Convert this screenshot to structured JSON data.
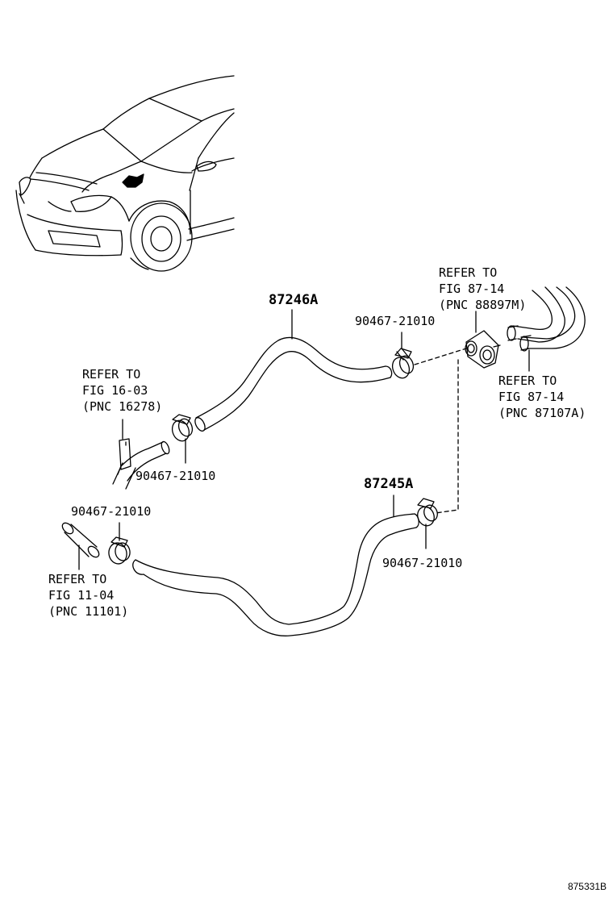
{
  "parts": {
    "hose_upper": "87246A",
    "hose_lower": "87245A",
    "clamp_upper_right": "90467-21010",
    "clamp_upper_left": "90467-21010",
    "clamp_lower_left": "90467-21010",
    "clamp_lower_right": "90467-21010"
  },
  "references": {
    "ref_88897": [
      "REFER TO",
      "FIG 87-14",
      "(PNC 88897M)"
    ],
    "ref_87107": [
      "REFER TO",
      "FIG 87-14",
      "(PNC 87107A)"
    ],
    "ref_16278": [
      "REFER TO",
      "FIG 16-03",
      "(PNC 16278)"
    ],
    "ref_11101": [
      "REFER TO",
      "FIG 11-04",
      "(PNC 11101)"
    ]
  },
  "diagram_id": "875331B"
}
